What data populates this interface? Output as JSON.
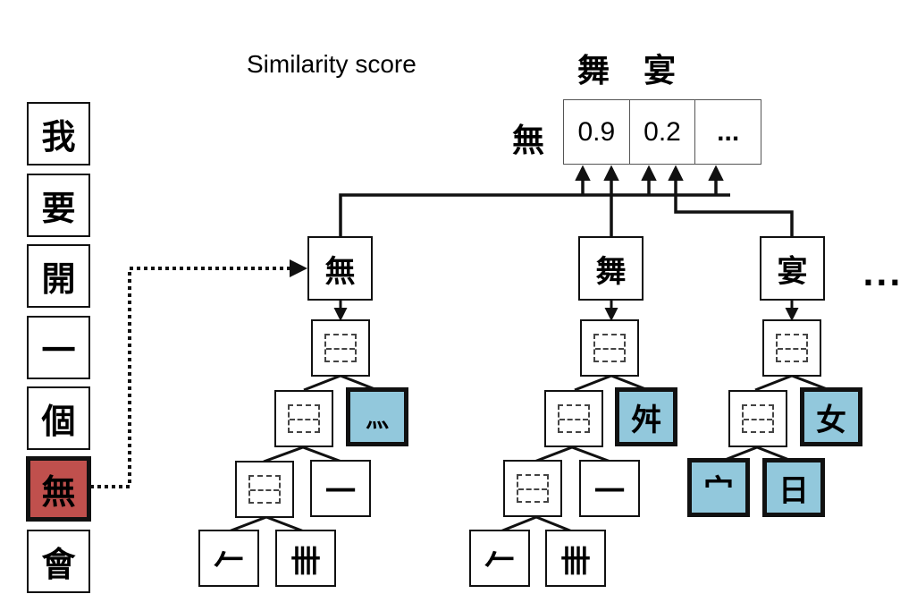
{
  "title": "Similarity score",
  "score_table": {
    "row_label": "無",
    "column_headers": [
      "舞",
      "宴"
    ],
    "cells": [
      "0.9",
      "0.2",
      "..."
    ]
  },
  "sentence": {
    "characters": [
      "我",
      "要",
      "開",
      "一",
      "個",
      "無",
      "會"
    ],
    "highlighted_index": 5
  },
  "trees": [
    {
      "root": "無",
      "struct_node": "vertical-split",
      "components": [
        "灬",
        "一",
        "𠂉",
        "卌"
      ],
      "leaves": {
        "level2_right": "灬",
        "level3_right": "一",
        "level4_left": "𠂉",
        "level4_right": "卌"
      }
    },
    {
      "root": "舞",
      "struct_node": "vertical-split",
      "leaves": {
        "level2_right": "舛",
        "level3_right": "一",
        "level4_left": "𠂉",
        "level4_right": "卌"
      }
    },
    {
      "root": "宴",
      "struct_node": "vertical-split",
      "leaves": {
        "level2_right": "女",
        "level3_left": "宀",
        "level3_right": "日"
      }
    }
  ],
  "more_indicator": "...",
  "colors": {
    "highlight_input": "#c0504d",
    "component_leaf": "#92c8dc",
    "stroke": "#111111"
  }
}
